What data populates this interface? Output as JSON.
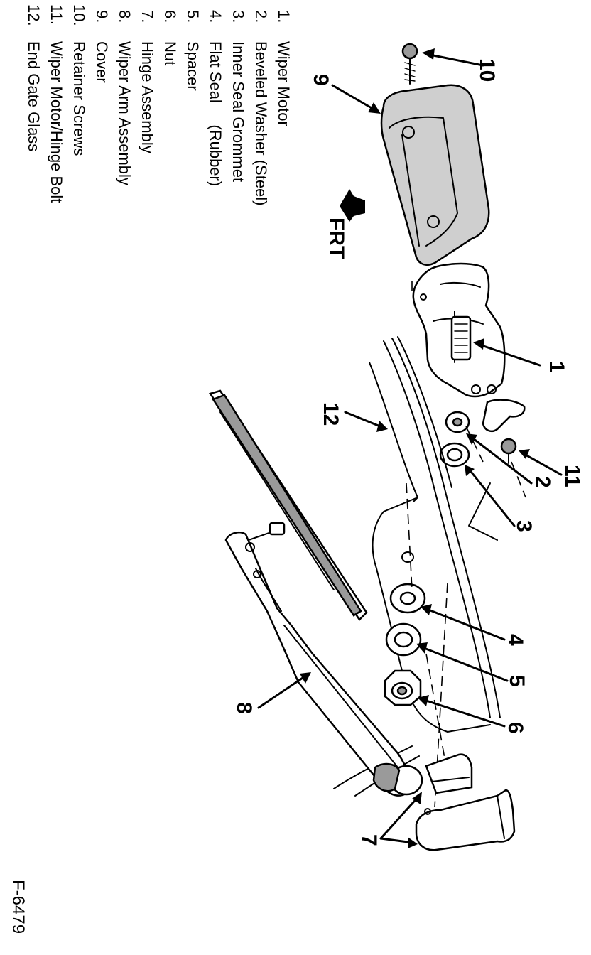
{
  "legend": {
    "items": [
      {
        "num": "1.",
        "label": "Wiper Motor"
      },
      {
        "num": "2.",
        "label": "Beveled Washer (Steel)"
      },
      {
        "num": "3.",
        "label": "Inner Seal Grommet"
      },
      {
        "num": "4.",
        "label": "Flat Seal     (Rubber)"
      },
      {
        "num": "5.",
        "label": "Spacer"
      },
      {
        "num": "6.",
        "label": "Nut"
      },
      {
        "num": "7.",
        "label": "Hinge Assembly"
      },
      {
        "num": "8.",
        "label": "Wiper Arm Assembly"
      },
      {
        "num": "9.",
        "label": "Cover"
      },
      {
        "num": "10.",
        "label": "Retainer Screws"
      },
      {
        "num": "11.",
        "label": "Wiper Motor/Hinge Bolt"
      },
      {
        "num": "12.",
        "label": "End Gate Glass"
      }
    ]
  },
  "direction_label": "FRT",
  "figure_id": "F-6479",
  "callouts": {
    "c1": "1",
    "c2": "2",
    "c3": "3",
    "c4": "4",
    "c5": "5",
    "c6": "6",
    "c7": "7",
    "c8": "8",
    "c9": "9",
    "c10": "10",
    "c11": "11",
    "c12": "12"
  },
  "colors": {
    "ink": "#000000",
    "paper": "#ffffff",
    "shading": "#cfcfcf"
  }
}
